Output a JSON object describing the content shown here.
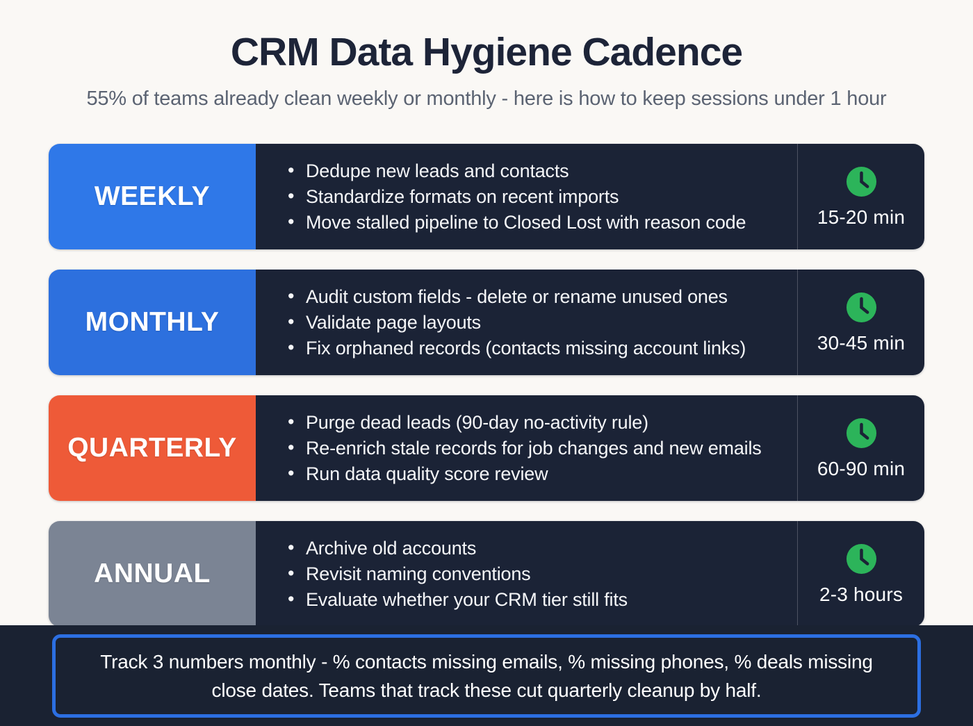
{
  "header": {
    "title": "CRM Data Hygiene Cadence",
    "subtitle": "55% of teams already clean weekly or monthly - here is how to keep sessions under 1 hour"
  },
  "rows": [
    {
      "label": "WEEKLY",
      "label_color": "#2f78e8",
      "items": [
        "Dedupe new leads and contacts",
        "Standardize formats on recent imports",
        "Move stalled pipeline to Closed Lost with reason code"
      ],
      "time": "15-20 min"
    },
    {
      "label": "MONTHLY",
      "label_color": "#2d70de",
      "items": [
        "Audit custom fields - delete or rename unused ones",
        "Validate page layouts",
        "Fix orphaned records (contacts missing account links)"
      ],
      "time": "30-45 min"
    },
    {
      "label": "QUARTERLY",
      "label_color": "#ee5a38",
      "items": [
        "Purge dead leads (90-day no-activity rule)",
        "Re-enrich stale records for job changes and new emails",
        "Run data quality score review"
      ],
      "time": "60-90 min"
    },
    {
      "label": "ANNUAL",
      "label_color": "#7b8494",
      "items": [
        "Archive old accounts",
        "Revisit naming conventions",
        "Evaluate whether your CRM tier still fits"
      ],
      "time": "2-3 hours"
    }
  ],
  "footer": {
    "text": "Track 3 numbers monthly - % contacts missing emails, % missing phones, % deals missing close dates. Teams that track these cut quarterly cleanup by half."
  },
  "colors": {
    "background": "#faf8f5",
    "panel_dark": "#1b2336",
    "footer_band": "#1a2232",
    "footer_border_blue": "#2c6fe2",
    "clock_green": "#2cb45a",
    "title_navy": "#1d2438",
    "subtitle_gray": "#5b6372"
  },
  "icons": {
    "clock": "clock-icon"
  }
}
